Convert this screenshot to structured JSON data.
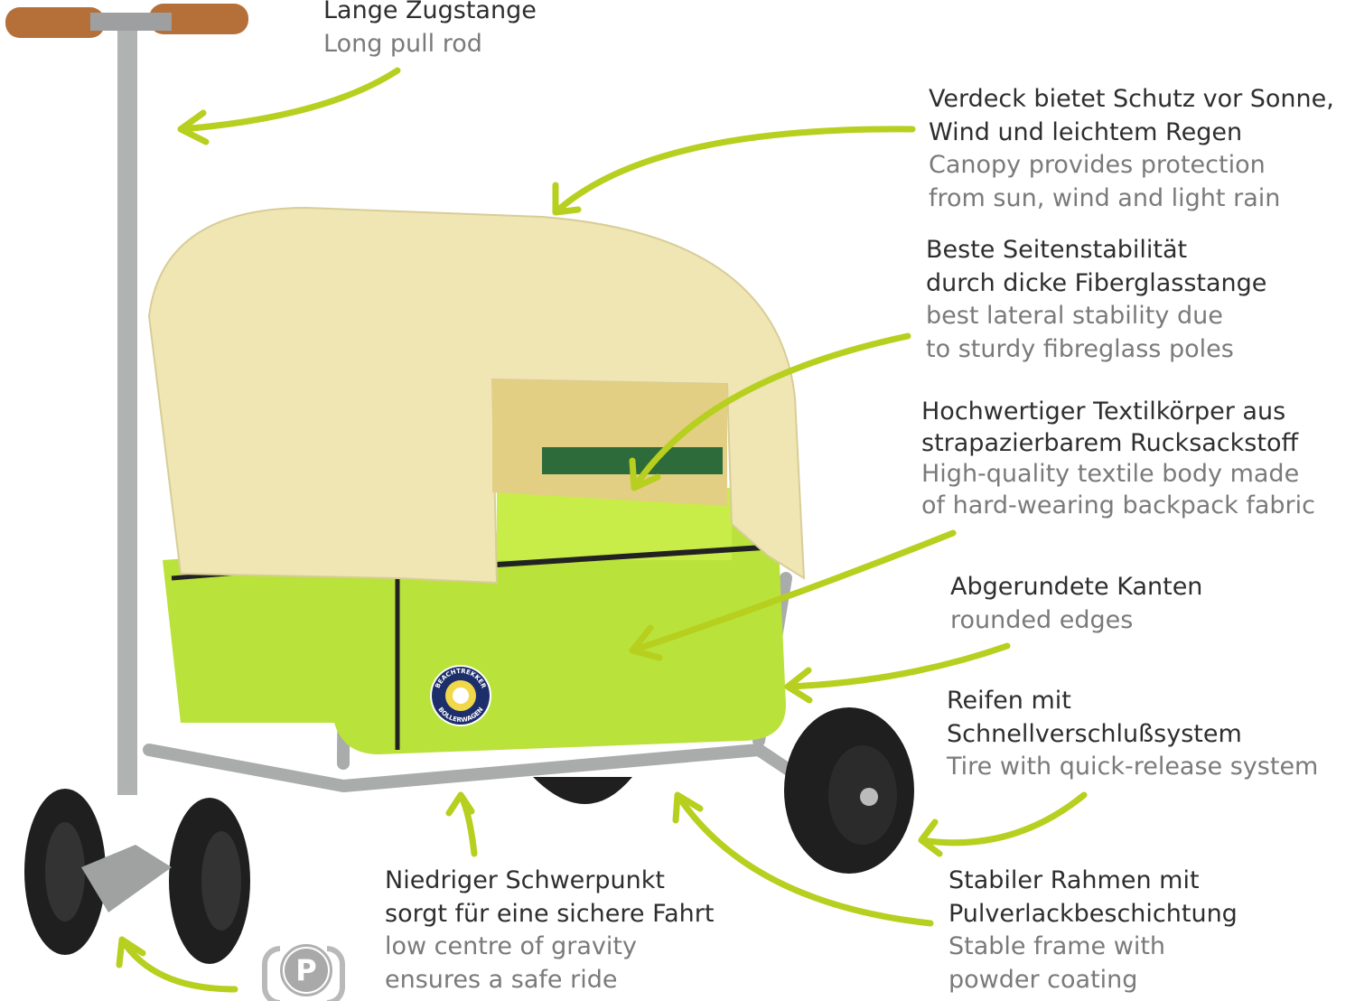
{
  "brand": {
    "badge_top": "BEACHTREKKER",
    "badge_bottom": "BOLLERWAGEN",
    "parking_symbol": "P"
  },
  "colors": {
    "arrow": "#b7cf1e",
    "canopy": "#efe6b4",
    "body": "#b9e23a",
    "frame": "#a9acab",
    "german_text": "#2e2e2e",
    "english_text": "#7a7a7a"
  },
  "callouts": [
    {
      "de": [
        "Lange Zugstange"
      ],
      "en": [
        "Long pull rod"
      ]
    },
    {
      "de": [
        "Verdeck bietet Schutz vor Sonne,",
        "Wind und leichtem Regen"
      ],
      "en": [
        "Canopy provides protection",
        "from sun, wind and light rain"
      ]
    },
    {
      "de": [
        "Beste Seitenstabilität",
        "durch dicke Fiberglasstange"
      ],
      "en": [
        "best lateral stability due",
        "to sturdy fibreglass poles"
      ]
    },
    {
      "de": [
        "Hochwertiger Textilkörper aus",
        "strapazierbarem Rucksackstoff"
      ],
      "en": [
        "High-quality textile body made",
        "of hard-wearing backpack fabric"
      ]
    },
    {
      "de": [
        "Abgerundete Kanten"
      ],
      "en": [
        "rounded edges"
      ]
    },
    {
      "de": [
        "Reifen mit",
        "Schnellverschlußsystem"
      ],
      "en": [
        "Tire with quick-release system"
      ]
    },
    {
      "de": [
        "Stabiler Rahmen mit",
        "Pulverlackbeschichtung"
      ],
      "en": [
        "Stable frame with",
        "powder coating"
      ]
    },
    {
      "de": [
        "Niedriger Schwerpunkt",
        "sorgt für eine sichere Fahrt"
      ],
      "en": [
        "low centre of gravity",
        "ensures a safe ride"
      ]
    }
  ]
}
